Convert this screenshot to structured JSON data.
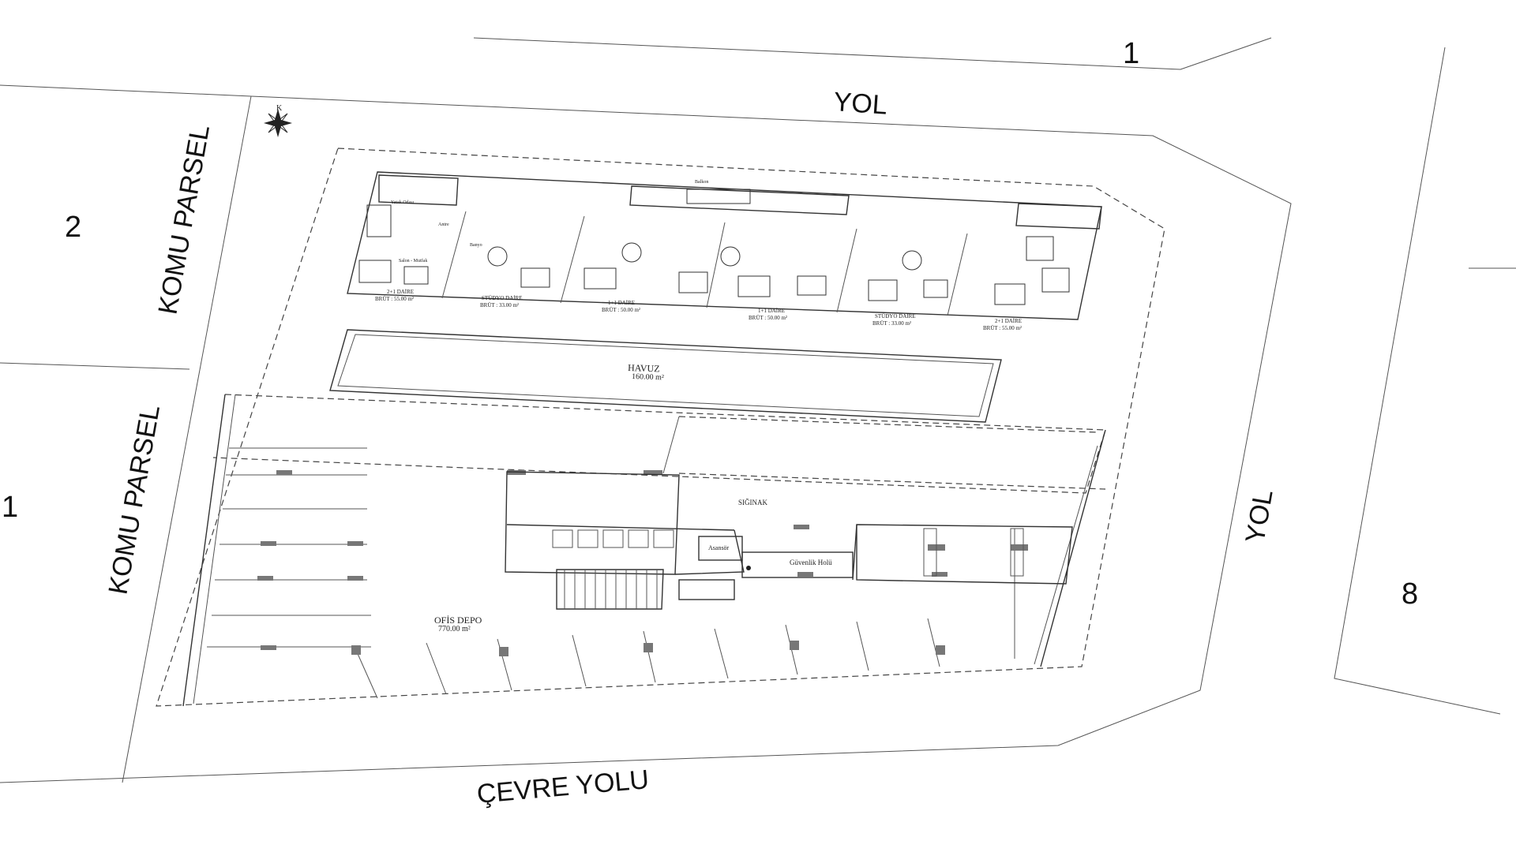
{
  "roads": {
    "yol_top": "YOL",
    "yol_right": "YOL",
    "cevre_yolu": "ÇEVRE YOLU"
  },
  "neighbors": {
    "komu_parsel_upper": "KOMU PARSEL",
    "komu_parsel_lower": "KOMU PARSEL"
  },
  "parcel_numbers": {
    "top_right": "1",
    "left_upper": "2",
    "left_lower": "1",
    "right": "8"
  },
  "north_label": "K",
  "pool": {
    "name": "HAVUZ",
    "area": "160.00 m²"
  },
  "office": {
    "name": "OFİS DEPO",
    "area": "770.00 m²"
  },
  "shelter": {
    "name": "SIĞINAK"
  },
  "security": {
    "name": "Güvenlik Holü"
  },
  "elevator": {
    "name": "Asansör"
  },
  "units": [
    {
      "type": "2+1 DAİRE",
      "area": "BRÜT : 55.00 m²"
    },
    {
      "type": "STÜDYO DAİRE",
      "area": "BRÜT : 33.00 m²"
    },
    {
      "type": "1+1 DAİRE",
      "area": "BRÜT : 50.00 m²"
    },
    {
      "type": "1+1 DAİRE",
      "area": "BRÜT : 50.00 m²"
    },
    {
      "type": "STÜDYO DAİRE",
      "area": "BRÜT : 33.00 m²"
    },
    {
      "type": "2+1 DAİRE",
      "area": "BRÜT : 55.00 m²"
    }
  ],
  "rooms": {
    "salon_mutfak": "Salon - Mutfak",
    "yatak_odasi": "Yatak Odası",
    "banyo": "Banyo",
    "balkon": "Balkon",
    "antre": "Antre"
  }
}
